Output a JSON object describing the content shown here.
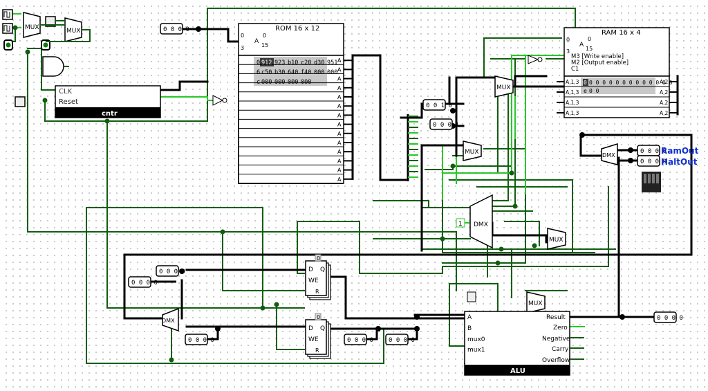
{
  "components": {
    "mux_label": "MUX",
    "dmx_label": "DMX",
    "rom": {
      "title": "ROM 16 x 12",
      "addr_zero": "0",
      "addr_bits": "3",
      "addr_a": "A",
      "range_lo": "0",
      "range_hi": "15",
      "rows": [
        {
          "addr": "0",
          "cells": [
            "912",
            "923",
            "b10",
            "c20",
            "d30",
            "951"
          ]
        },
        {
          "addr": "6",
          "cells": [
            "c50",
            "b30",
            "640",
            "f40",
            "000",
            "000"
          ]
        },
        {
          "addr": "c",
          "cells": [
            "000",
            "000",
            "000",
            "000"
          ]
        }
      ],
      "out_label": "A"
    },
    "ram": {
      "title": "RAM 16 x 4",
      "addr_zero": "0",
      "addr_bits": "3",
      "addr_a": "A",
      "range_lo": "0",
      "range_hi": "15",
      "write_enable": "M3 [Write enable]",
      "output_enable": "M2 [Output enable]",
      "clock": "C1",
      "port_in": "A,1,3",
      "port_out": "A,2",
      "row0_addr": "0",
      "row0_data": "0 0 0 0 0 0 0 0 0 0 0 0 0",
      "row1_addr": "e",
      "row1_data": "0 0"
    },
    "counter": {
      "clk": "CLK",
      "reset": "Reset",
      "name": "cntr"
    },
    "alu": {
      "name": "ALU",
      "inputs": [
        "A",
        "B",
        "mux0",
        "mux1"
      ],
      "outputs": [
        "Result",
        "Zero",
        "Negative",
        "Carry",
        "Overflow"
      ]
    },
    "registers": {
      "d": "D",
      "q": "Q",
      "we": "WE",
      "r": "R",
      "id_a": "0",
      "id_b": "0"
    },
    "ram_out_label": "RamOut",
    "halt_out_label": "HaltOut",
    "dmx_sel": "1",
    "constants": {
      "addr_const": "0 0 0 0",
      "c1": "0 0 1 0",
      "c2": "0 0 0 1",
      "ramout_value": "0 0 0 0",
      "haltout_value": "0 0 0 0",
      "reg_const": "0 0 0 0",
      "reg_in": "0 0 0 0",
      "reg_out": "0 0 0 0",
      "alu_in_b": "0 0 0 0",
      "alu_in_a": "0 0 0 0",
      "alu_result": "0 0 0 0",
      "left_const": "0 0 0 0"
    }
  },
  "colors": {
    "wire_dark": "#0f5e0f",
    "wire_bright": "#27c727",
    "bus": "#000000",
    "rom_highlight": "#3a3a3a",
    "ram_label": "#1030d0"
  }
}
